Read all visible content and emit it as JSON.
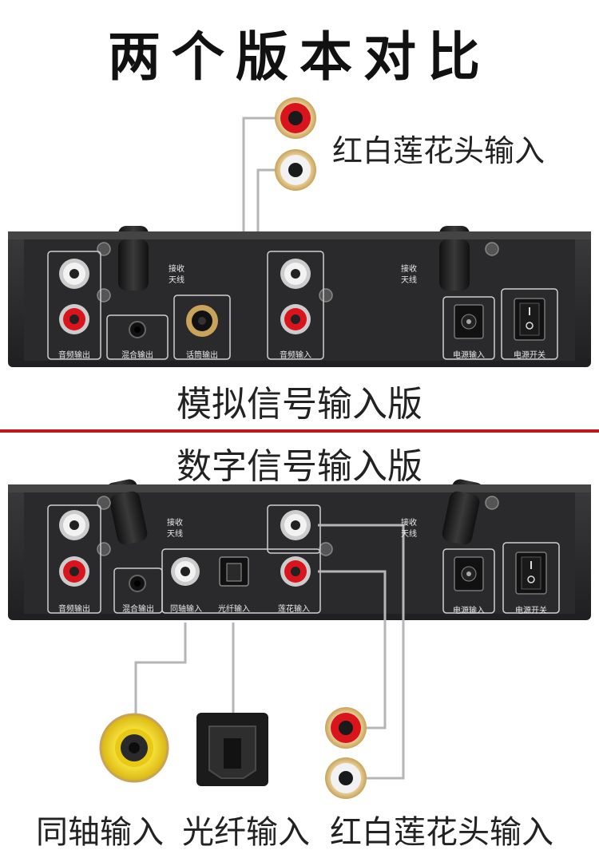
{
  "title": "两个版本对比",
  "analog": {
    "version_label": "模拟信号输入版",
    "callout_label": "红白莲花头输入",
    "ports": {
      "audio_out": "音频输出",
      "mix_out": "混合输出",
      "mic_out": "话筒输出",
      "audio_in": "音频输入",
      "antenna": [
        "接收",
        "天线"
      ],
      "power_in": "电源输入",
      "power_switch": "电源开关"
    }
  },
  "digital": {
    "version_label": "数字信号输入版",
    "ports": {
      "audio_out": "音频输出",
      "mix_out": "混合输出",
      "coax_in": "同轴输入",
      "optical_in": "光纤输入",
      "rca_in": "莲花输入",
      "antenna": [
        "接收",
        "天线"
      ],
      "power_in": "电源输入",
      "power_switch": "电源开关"
    },
    "callouts": {
      "coax": "同轴输入",
      "optical": "光纤输入",
      "rca": "红白莲花头输入"
    }
  },
  "colors": {
    "divider": "#c8151b",
    "chassis": "#2b2b2d",
    "rca_red": "#d9141c",
    "rca_white": "#f2f2f2",
    "coax_yellow": "#f1d21a"
  }
}
